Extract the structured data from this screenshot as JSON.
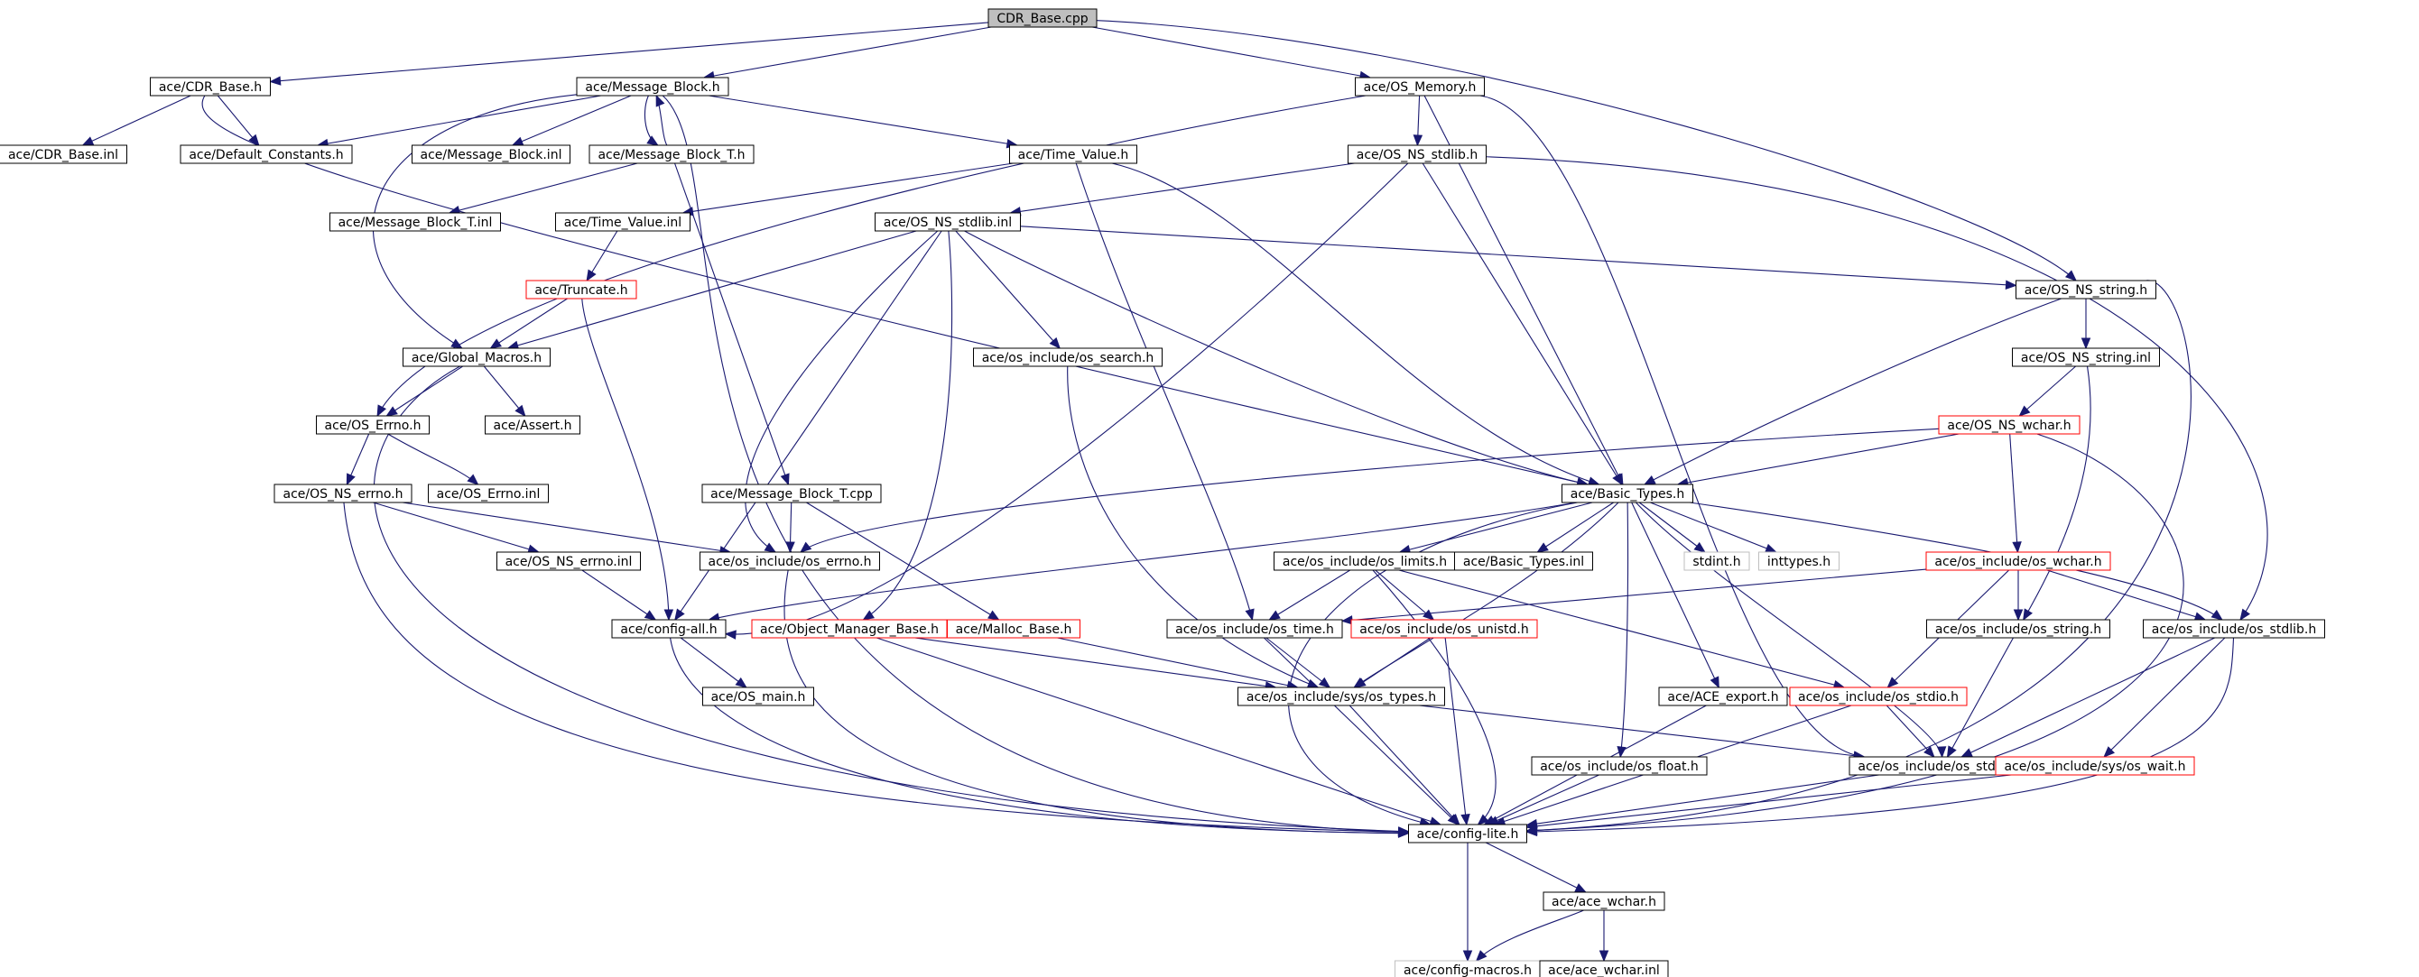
{
  "graph": {
    "colors": {
      "edge": "#191970",
      "node_border_default": "#000000",
      "node_border_incomplete": "#ff0000",
      "node_border_system": "#bfbfbf",
      "root_fill": "#bfbfbf",
      "node_fill": "#ffffff",
      "text": "#000000"
    },
    "nodes": [
      {
        "id": "n0",
        "label": "CDR_Base.cpp",
        "style": "root"
      },
      {
        "id": "n1",
        "label": "ace/CDR_Base.h",
        "style": "default"
      },
      {
        "id": "n2",
        "label": "ace/Message_Block.h",
        "style": "default"
      },
      {
        "id": "n3",
        "label": "ace/OS_Memory.h",
        "style": "default"
      },
      {
        "id": "n4",
        "label": "ace/CDR_Base.inl",
        "style": "default"
      },
      {
        "id": "n5",
        "label": "ace/Default_Constants.h",
        "style": "default"
      },
      {
        "id": "n6",
        "label": "ace/Message_Block.inl",
        "style": "default"
      },
      {
        "id": "n7",
        "label": "ace/Message_Block_T.h",
        "style": "default"
      },
      {
        "id": "n8",
        "label": "ace/Time_Value.h",
        "style": "default"
      },
      {
        "id": "n9",
        "label": "ace/OS_NS_stdlib.h",
        "style": "default"
      },
      {
        "id": "n10",
        "label": "ace/Message_Block_T.inl",
        "style": "default"
      },
      {
        "id": "n11",
        "label": "ace/Time_Value.inl",
        "style": "default"
      },
      {
        "id": "n12",
        "label": "ace/OS_NS_stdlib.inl",
        "style": "default"
      },
      {
        "id": "n13",
        "label": "ace/Truncate.h",
        "style": "incomplete"
      },
      {
        "id": "n14",
        "label": "ace/OS_NS_string.h",
        "style": "default"
      },
      {
        "id": "n15",
        "label": "ace/Global_Macros.h",
        "style": "default"
      },
      {
        "id": "n16",
        "label": "ace/os_include/os_search.h",
        "style": "default"
      },
      {
        "id": "n17",
        "label": "ace/OS_NS_string.inl",
        "style": "default"
      },
      {
        "id": "n18",
        "label": "ace/OS_Errno.h",
        "style": "default"
      },
      {
        "id": "n19",
        "label": "ace/Assert.h",
        "style": "default"
      },
      {
        "id": "n20",
        "label": "ace/OS_NS_wchar.h",
        "style": "incomplete"
      },
      {
        "id": "n21",
        "label": "ace/OS_NS_errno.h",
        "style": "default"
      },
      {
        "id": "n22",
        "label": "ace/OS_Errno.inl",
        "style": "default"
      },
      {
        "id": "n23",
        "label": "ace/Message_Block_T.cpp",
        "style": "default"
      },
      {
        "id": "n24",
        "label": "ace/Basic_Types.h",
        "style": "default"
      },
      {
        "id": "n25",
        "label": "ace/OS_NS_errno.inl",
        "style": "default"
      },
      {
        "id": "n26",
        "label": "ace/os_include/os_errno.h",
        "style": "default"
      },
      {
        "id": "n27",
        "label": "ace/os_include/os_limits.h",
        "style": "default"
      },
      {
        "id": "n28",
        "label": "ace/Basic_Types.inl",
        "style": "default"
      },
      {
        "id": "n29",
        "label": "stdint.h",
        "style": "system"
      },
      {
        "id": "n30",
        "label": "inttypes.h",
        "style": "system"
      },
      {
        "id": "n31",
        "label": "ace/os_include/os_wchar.h",
        "style": "incomplete"
      },
      {
        "id": "n32",
        "label": "ace/config-all.h",
        "style": "default"
      },
      {
        "id": "n33",
        "label": "ace/Object_Manager_Base.h",
        "style": "incomplete"
      },
      {
        "id": "n34",
        "label": "ace/Malloc_Base.h",
        "style": "incomplete"
      },
      {
        "id": "n35",
        "label": "ace/os_include/os_time.h",
        "style": "default"
      },
      {
        "id": "n36",
        "label": "ace/os_include/os_unistd.h",
        "style": "incomplete"
      },
      {
        "id": "n37",
        "label": "ace/os_include/os_string.h",
        "style": "default"
      },
      {
        "id": "n38",
        "label": "ace/os_include/os_stdlib.h",
        "style": "default"
      },
      {
        "id": "n39",
        "label": "ace/OS_main.h",
        "style": "default"
      },
      {
        "id": "n40",
        "label": "ace/os_include/sys/os_types.h",
        "style": "default"
      },
      {
        "id": "n41",
        "label": "ace/ACE_export.h",
        "style": "default"
      },
      {
        "id": "n42",
        "label": "ace/os_include/os_stdio.h",
        "style": "incomplete"
      },
      {
        "id": "n43",
        "label": "ace/os_include/os_float.h",
        "style": "default"
      },
      {
        "id": "n44",
        "label": "ace/os_include/os_stddef.h",
        "style": "default"
      },
      {
        "id": "n45",
        "label": "ace/os_include/sys/os_wait.h",
        "style": "incomplete"
      },
      {
        "id": "n46",
        "label": "ace/config-lite.h",
        "style": "default"
      },
      {
        "id": "n47",
        "label": "ace/ace_wchar.h",
        "style": "default"
      },
      {
        "id": "n48",
        "label": "ace/config-macros.h",
        "style": "system"
      },
      {
        "id": "n49",
        "label": "ace/ace_wchar.inl",
        "style": "default"
      }
    ],
    "edges": [
      [
        "n0",
        "n1"
      ],
      [
        "n0",
        "n2"
      ],
      [
        "n0",
        "n3"
      ],
      [
        "n0",
        "n14"
      ],
      [
        "n1",
        "n4"
      ],
      [
        "n1",
        "n5"
      ],
      [
        "n1",
        "n24"
      ],
      [
        "n2",
        "n5"
      ],
      [
        "n2",
        "n6"
      ],
      [
        "n2",
        "n7"
      ],
      [
        "n2",
        "n8"
      ],
      [
        "n2",
        "n15"
      ],
      [
        "n2",
        "n46"
      ],
      [
        "n7",
        "n2"
      ],
      [
        "n7",
        "n10"
      ],
      [
        "n7",
        "n23"
      ],
      [
        "n3",
        "n9"
      ],
      [
        "n3",
        "n18"
      ],
      [
        "n3",
        "n24"
      ],
      [
        "n3",
        "n44"
      ],
      [
        "n8",
        "n11"
      ],
      [
        "n8",
        "n24"
      ],
      [
        "n8",
        "n35"
      ],
      [
        "n9",
        "n12"
      ],
      [
        "n9",
        "n24"
      ],
      [
        "n9",
        "n32"
      ],
      [
        "n9",
        "n38"
      ],
      [
        "n11",
        "n13"
      ],
      [
        "n12",
        "n14"
      ],
      [
        "n12",
        "n15"
      ],
      [
        "n12",
        "n16"
      ],
      [
        "n12",
        "n24"
      ],
      [
        "n12",
        "n26"
      ],
      [
        "n12",
        "n32"
      ],
      [
        "n12",
        "n33"
      ],
      [
        "n13",
        "n15"
      ],
      [
        "n13",
        "n32"
      ],
      [
        "n14",
        "n17"
      ],
      [
        "n14",
        "n24"
      ],
      [
        "n14",
        "n46"
      ],
      [
        "n15",
        "n18"
      ],
      [
        "n15",
        "n19"
      ],
      [
        "n15",
        "n46"
      ],
      [
        "n16",
        "n40"
      ],
      [
        "n17",
        "n20"
      ],
      [
        "n17",
        "n37"
      ],
      [
        "n18",
        "n21"
      ],
      [
        "n18",
        "n22"
      ],
      [
        "n20",
        "n24"
      ],
      [
        "n20",
        "n26"
      ],
      [
        "n20",
        "n31"
      ],
      [
        "n20",
        "n46"
      ],
      [
        "n21",
        "n25"
      ],
      [
        "n21",
        "n26"
      ],
      [
        "n21",
        "n46"
      ],
      [
        "n23",
        "n26"
      ],
      [
        "n23",
        "n34"
      ],
      [
        "n24",
        "n27"
      ],
      [
        "n24",
        "n28"
      ],
      [
        "n24",
        "n29"
      ],
      [
        "n24",
        "n30"
      ],
      [
        "n24",
        "n32"
      ],
      [
        "n24",
        "n38"
      ],
      [
        "n24",
        "n40"
      ],
      [
        "n24",
        "n41"
      ],
      [
        "n24",
        "n43"
      ],
      [
        "n24",
        "n44"
      ],
      [
        "n24",
        "n46"
      ],
      [
        "n25",
        "n32"
      ],
      [
        "n26",
        "n46"
      ],
      [
        "n27",
        "n35"
      ],
      [
        "n27",
        "n36"
      ],
      [
        "n27",
        "n42"
      ],
      [
        "n27",
        "n46"
      ],
      [
        "n31",
        "n35"
      ],
      [
        "n31",
        "n37"
      ],
      [
        "n31",
        "n38"
      ],
      [
        "n31",
        "n42"
      ],
      [
        "n32",
        "n39"
      ],
      [
        "n32",
        "n46"
      ],
      [
        "n33",
        "n40"
      ],
      [
        "n33",
        "n46"
      ],
      [
        "n34",
        "n40"
      ],
      [
        "n35",
        "n40"
      ],
      [
        "n35",
        "n46"
      ],
      [
        "n36",
        "n40"
      ],
      [
        "n36",
        "n46"
      ],
      [
        "n37",
        "n44"
      ],
      [
        "n38",
        "n44"
      ],
      [
        "n38",
        "n45"
      ],
      [
        "n38",
        "n46"
      ],
      [
        "n40",
        "n44"
      ],
      [
        "n40",
        "n46"
      ],
      [
        "n41",
        "n46"
      ],
      [
        "n42",
        "n44"
      ],
      [
        "n42",
        "n46"
      ],
      [
        "n43",
        "n46"
      ],
      [
        "n44",
        "n46"
      ],
      [
        "n45",
        "n46"
      ],
      [
        "n46",
        "n47"
      ],
      [
        "n46",
        "n48"
      ],
      [
        "n47",
        "n48"
      ],
      [
        "n47",
        "n49"
      ]
    ]
  }
}
